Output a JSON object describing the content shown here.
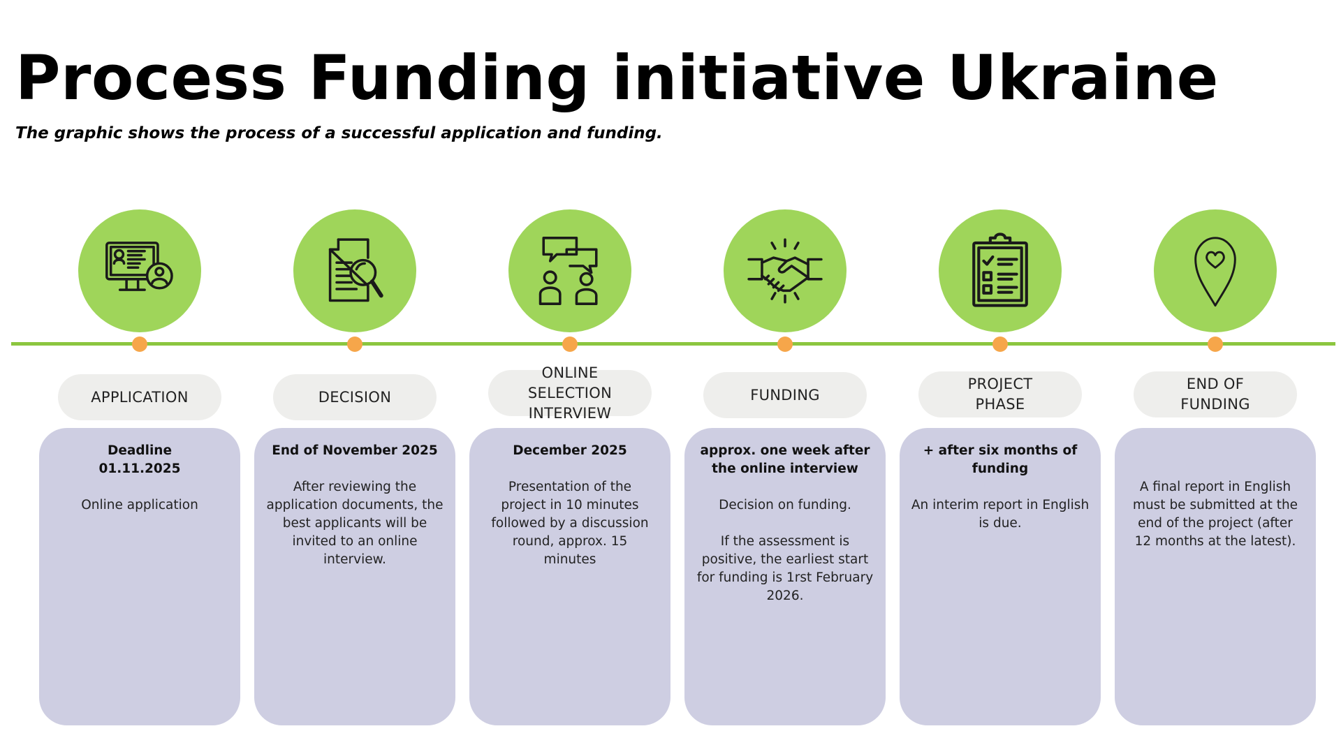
{
  "title": "Process Funding initiative Ukraine",
  "subtitle": "The graphic shows the process of a successful application and funding.",
  "colors": {
    "timeline": "#8cc63f",
    "icon_circle": "#9fd55a",
    "dot": "#f6a64a",
    "pill": "#eeeeec",
    "card": "#cecee2"
  },
  "steps": [
    {
      "icon": "computer-user-icon",
      "label": "APPLICATION",
      "heading": "Deadline\n01.11.2025",
      "body": "Online application"
    },
    {
      "icon": "document-search-icon",
      "label": "DECISION",
      "heading": "End of November 2025",
      "body": "After reviewing the\napplication documents, the\nbest applicants will be\ninvited to an online\ninterview."
    },
    {
      "icon": "conversation-icon",
      "label": "ONLINE\nSELECTION INTERVIEW",
      "heading": "December 2025",
      "body": "Presentation of the\nproject in 10 minutes\nfollowed by a discussion\nround, approx. 15\nminutes"
    },
    {
      "icon": "handshake-icon",
      "label": "FUNDING",
      "heading": "approx. one week after\nthe online interview",
      "body": "Decision on funding.\n\nIf the assessment is\npositive, the earliest start\nfor funding is 1rst February\n2026."
    },
    {
      "icon": "clipboard-checklist-icon",
      "label": "PROJECT\nPHASE",
      "heading": "+ after six months of\nfunding",
      "body": "An interim report in English\nis due."
    },
    {
      "icon": "location-heart-icon",
      "label": "END OF\nFUNDING",
      "heading": "",
      "body": "A final report in English\nmust be submitted at the\nend of the project (after\n12 months at the latest)."
    }
  ]
}
